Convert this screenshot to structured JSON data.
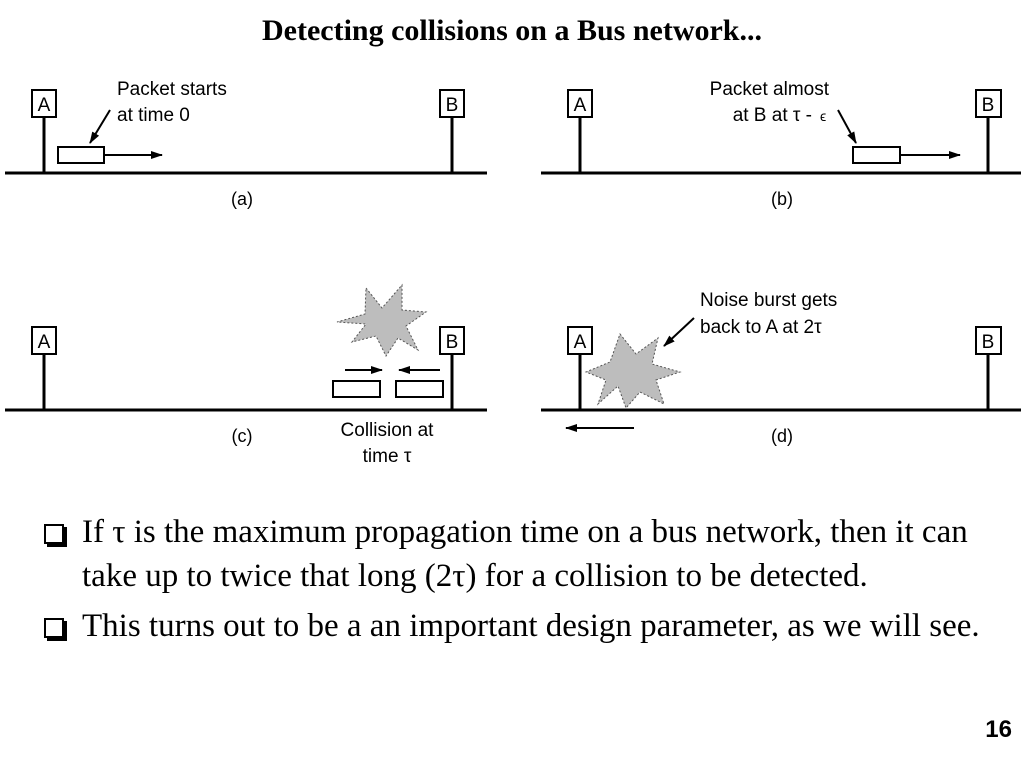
{
  "slide": {
    "title": "Detecting collisions on a Bus network...",
    "page_number": "16"
  },
  "diagram": {
    "panels": [
      {
        "caption": "(a)",
        "node_left": "A",
        "node_right": "B",
        "annotation": [
          "Packet starts",
          "at time 0"
        ]
      },
      {
        "caption": "(b)",
        "node_left": "A",
        "node_right": "B",
        "annotation": [
          "Packet almost",
          "at B at τ -",
          "ϵ"
        ]
      },
      {
        "caption": "(c)",
        "node_left": "A",
        "node_right": "B",
        "annotation": [
          "Collision at",
          "time τ"
        ]
      },
      {
        "caption": "(d)",
        "node_left": "A",
        "node_right": "B",
        "annotation": [
          "Noise burst gets",
          "back to A  at 2τ"
        ]
      }
    ]
  },
  "bullets": [
    "If τ is the maximum propagation time on a bus network, then it can take up to twice that long (2τ) for a collision to be detected.",
    "This turns out to be a an important design parameter, as we will see."
  ]
}
